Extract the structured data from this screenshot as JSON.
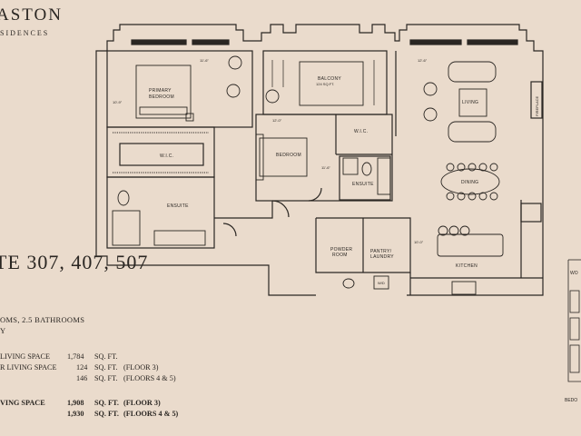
{
  "brand": {
    "name": "ASTON",
    "subtitle": "SIDENCES"
  },
  "suite": {
    "title": "TE 307, 407, 507"
  },
  "info": {
    "rooms": "OMS, 2.5 BATHROOMS",
    "extra": "Y"
  },
  "areas": [
    {
      "label": "LIVING SPACE",
      "value": "1,784",
      "unit": "SQ. FT.",
      "note": "",
      "bold": false
    },
    {
      "label": "R LIVING SPACE",
      "value": "124",
      "unit": "SQ. FT.",
      "note": "(FLOOR 3)",
      "bold": false
    },
    {
      "label": "",
      "value": "146",
      "unit": "SQ. FT.",
      "note": "(FLOORS 4 & 5)",
      "bold": false
    },
    {
      "label": "VING SPACE",
      "value": "1,908",
      "unit": "SQ. FT.",
      "note": "(FLOOR 3)",
      "bold": true
    },
    {
      "label": "",
      "value": "1,930",
      "unit": "SQ. FT.",
      "note": "(FLOORS 4 & 5)",
      "bold": true
    }
  ],
  "rooms": {
    "primary_bedroom": "PRIMARY\nBEDROOM",
    "primary_1": "PRIMARY",
    "primary_2": "BEDROOM",
    "wic_primary": "W.I.C.",
    "ensuite_primary": "ENSUITE",
    "balcony": "BALCONY",
    "balcony_area": "124 SQ.FT.",
    "bedroom": "BEDROOM",
    "wic_bedroom": "W.I.C.",
    "ensuite_bedroom": "ENSUITE",
    "powder_1": "POWDER",
    "powder_2": "ROOM",
    "pantry_1": "PANTRY/",
    "pantry_2": "LAUNDRY",
    "wd": "W/D",
    "kitchen": "KITCHEN",
    "dining": "DINING",
    "living": "LIVING",
    "fireplace": "FIREPLACE"
  },
  "dimensions": {
    "d1": "11'-6\"",
    "d2": "10'-9\"",
    "d3": "12'-6\"",
    "d4": "12'-0\"",
    "d5": "11'-6\"",
    "d6": "10'-0\""
  },
  "keyplan": {
    "label_top": "WO",
    "label_bottom": "BEDO"
  },
  "colors": {
    "background": "#eadbcc",
    "ink": "#2a2622"
  }
}
